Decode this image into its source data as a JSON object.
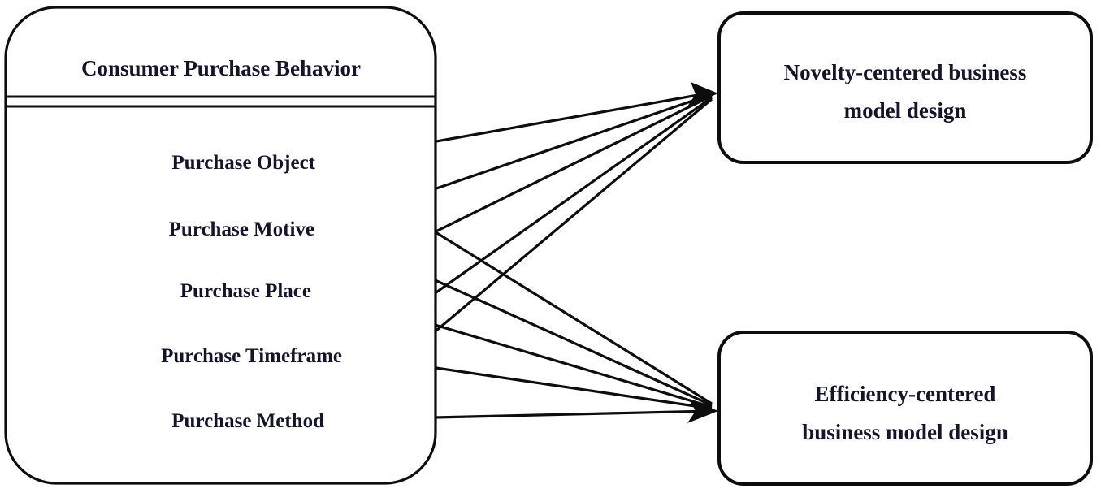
{
  "diagram": {
    "type": "conceptual-framework-diagram",
    "background_color": "#ffffff",
    "line_color": "#0d0d0d",
    "text_color": "#14142b",
    "source_group": {
      "title": "Consumer Purchase Behavior",
      "items": [
        {
          "label": "Purchase Object"
        },
        {
          "label": "Purchase Motive"
        },
        {
          "label": "Purchase Place"
        },
        {
          "label": "Purchase Timeframe"
        },
        {
          "label": "Purchase Method"
        }
      ]
    },
    "targets": [
      {
        "id": "novelty",
        "line1": "Novelty-centered business",
        "line2": "model design"
      },
      {
        "id": "efficiency",
        "line1": "Efficiency-centered",
        "line2": "business model design"
      }
    ],
    "connections": [
      {
        "from": "Purchase Object",
        "to": "novelty"
      },
      {
        "from": "Purchase Object",
        "to": "efficiency"
      },
      {
        "from": "Purchase Motive",
        "to": "novelty"
      },
      {
        "from": "Purchase Motive",
        "to": "efficiency"
      },
      {
        "from": "Purchase Place",
        "to": "novelty"
      },
      {
        "from": "Purchase Place",
        "to": "efficiency"
      },
      {
        "from": "Purchase Timeframe",
        "to": "novelty"
      },
      {
        "from": "Purchase Timeframe",
        "to": "efficiency"
      },
      {
        "from": "Purchase Method",
        "to": "novelty"
      },
      {
        "from": "Purchase Method",
        "to": "efficiency"
      }
    ]
  }
}
